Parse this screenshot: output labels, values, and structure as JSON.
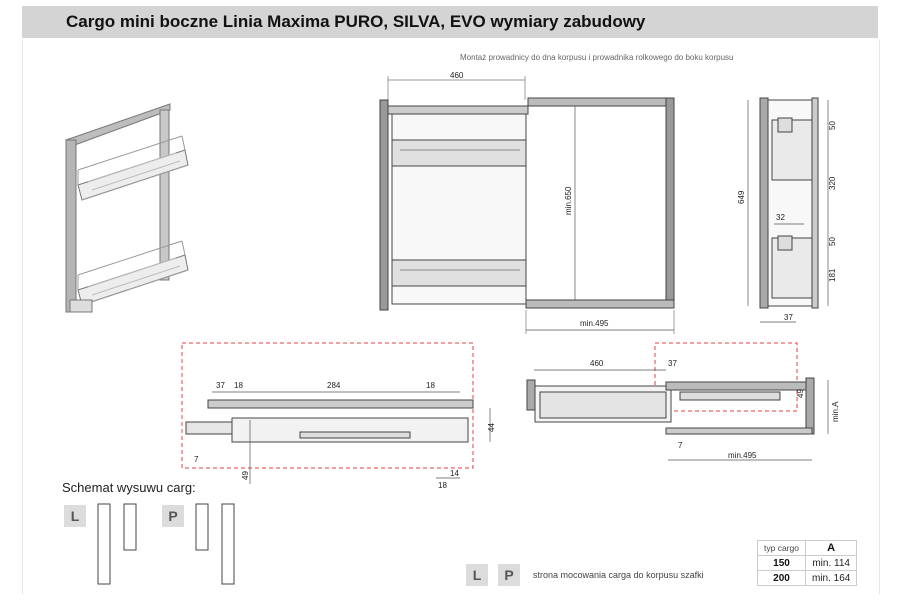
{
  "title": "Cargo mini boczne Linia Maxima PURO, SILVA, EVO wymiary zabudowy",
  "mounting_note": "Montaż prowadnicy do dna korpusu i prowadnika rolkowego do boku korpusu",
  "front_view": {
    "width": "460",
    "height": "min.650",
    "depth": "min.495"
  },
  "side_view": {
    "total": "649",
    "d1": "50",
    "d2": "320",
    "d3": "32",
    "d4": "50",
    "d5": "181",
    "d6": "37"
  },
  "rail_detail": {
    "d1": "37",
    "d2": "18",
    "d3": "284",
    "d4": "18",
    "d5": "44",
    "d6": "7",
    "d7": "49",
    "d8": "14",
    "d9": "18"
  },
  "top_view": {
    "width": "460",
    "d1": "37",
    "d2": "49",
    "d3": "7",
    "depth": "min.495",
    "side": "min.A"
  },
  "schemat_label": "Schemat wysuwu carg:",
  "badges": {
    "left": "L",
    "right": "P"
  },
  "legend_text": "strona mocowania carga do korpusu szafki",
  "table": {
    "header_type": "typ cargo",
    "header_a": "A",
    "rows": [
      {
        "type": "150",
        "a": "min. 114"
      },
      {
        "type": "200",
        "a": "min. 164"
      }
    ]
  }
}
